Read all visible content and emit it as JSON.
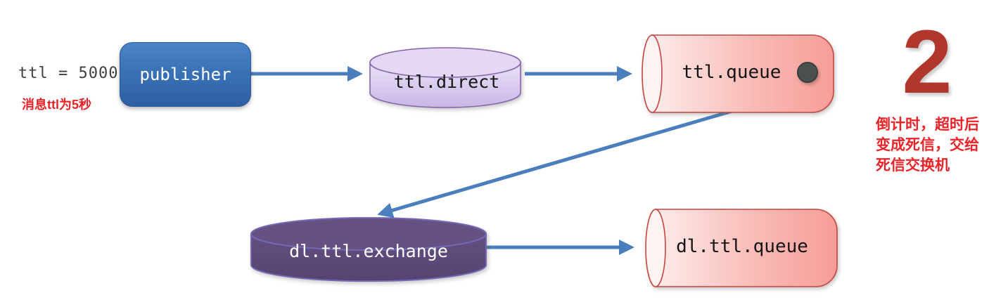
{
  "diagram": {
    "left_annotation": {
      "ttl_label": "ttl = 5000",
      "ttl_note": "消息ttl为5秒"
    },
    "nodes": {
      "publisher": {
        "label": "publisher",
        "kind": "producer"
      },
      "ttl_direct": {
        "label": "ttl.direct",
        "kind": "exchange"
      },
      "ttl_queue": {
        "label": "ttl.queue",
        "kind": "queue",
        "icon": "message-dot-icon"
      },
      "dl_ttl_exchange": {
        "label": "dl.ttl.exchange",
        "kind": "exchange"
      },
      "dl_ttl_queue": {
        "label": "dl.ttl.queue",
        "kind": "queue"
      }
    },
    "edges": [
      {
        "from": "publisher",
        "to": "ttl.direct"
      },
      {
        "from": "ttl.direct",
        "to": "ttl.queue"
      },
      {
        "from": "ttl.queue",
        "to": "dl.ttl.exchange"
      },
      {
        "from": "dl.ttl.exchange",
        "to": "dl.ttl.queue"
      }
    ],
    "step_annotation": {
      "number": "2",
      "lines": [
        "倒计时，超时后",
        "变成死信，交给",
        "死信交换机"
      ]
    },
    "colors": {
      "arrow_blue": "#4a7ebd",
      "publisher_blue": "#3a72b6",
      "exchange_light_purple": "#d6c6ee",
      "exchange_dark_purple": "#5d4a7c",
      "queue_pink": "#f8a49f",
      "queue_border_red": "#c4463e",
      "step_number_dark_red": "#b1362c",
      "note_red": "#ea2328",
      "ttl_label_gray": "#3f3f3f",
      "message_dot_gray": "#4a4f4f"
    }
  }
}
